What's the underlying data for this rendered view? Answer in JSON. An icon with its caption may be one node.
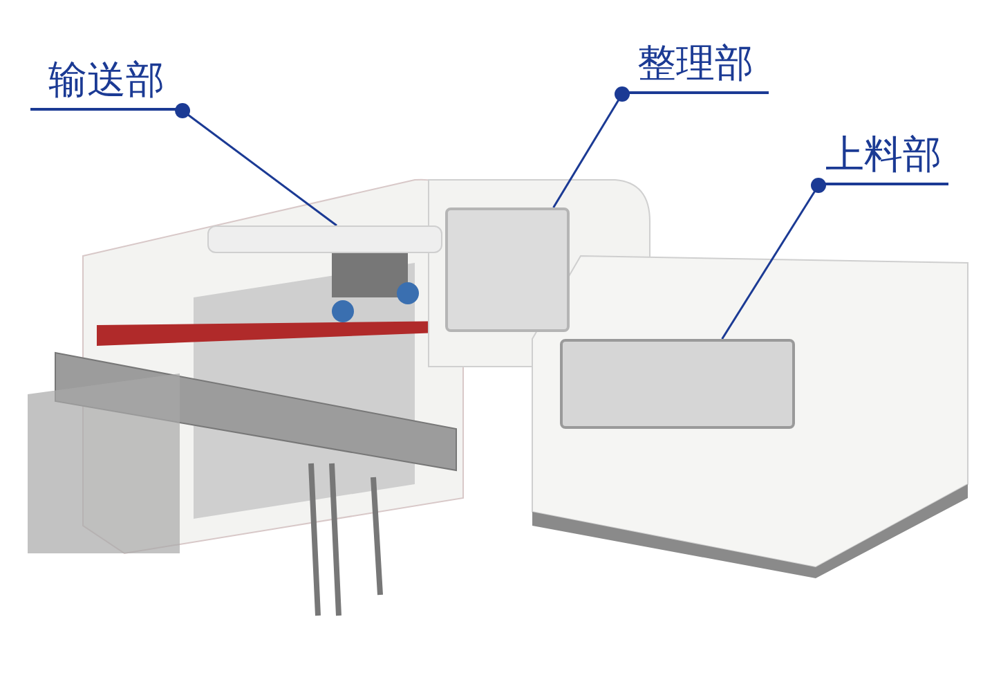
{
  "diagram": {
    "nodes": [
      {
        "text": [
          "输送部"
        ]
      },
      {
        "text": [
          "整理部"
        ]
      },
      {
        "text": [
          "上料部"
        ]
      },
      {
        "text": [],
        "shape": "box"
      },
      {
        "text": [],
        "shape": "box"
      },
      {
        "text": [],
        "shape": "box"
      }
    ],
    "edges": [
      {
        "from": 0,
        "to": 3,
        "arrow": "other"
      },
      {
        "from": 1,
        "to": 4,
        "arrow": "other"
      },
      {
        "from": 2,
        "to": 5,
        "arrow": "other"
      }
    ]
  }
}
